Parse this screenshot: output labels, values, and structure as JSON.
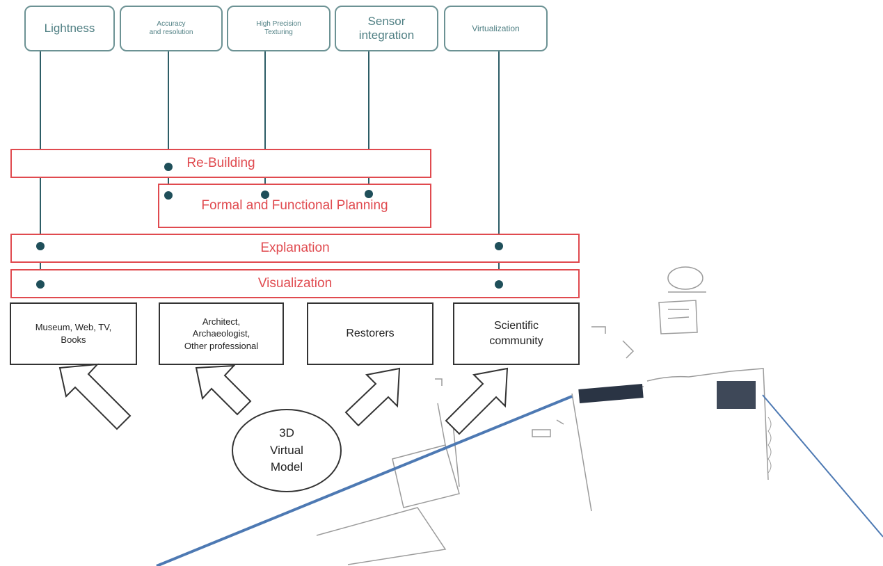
{
  "top_boxes": [
    "Lightness",
    "Accuracy\nand resolution",
    "High Precision\nTexturing",
    "Sensor\nintegration",
    "Virtualization"
  ],
  "bars": {
    "rebuilding": "Re-Building",
    "planning": "Formal and Functional Planning",
    "explanation": "Explanation",
    "visualization": "Visualization"
  },
  "users": [
    "Museum, Web, TV,\nBooks",
    "Architect,\nArchaeologist,\nOther professional",
    "Restorers",
    "Scientific\ncommunity"
  ],
  "center": "3D\nVirtual\nModel",
  "colors": {
    "teal": "#2d5d66",
    "red": "#e04a4f",
    "blue": "#4d79b3"
  }
}
